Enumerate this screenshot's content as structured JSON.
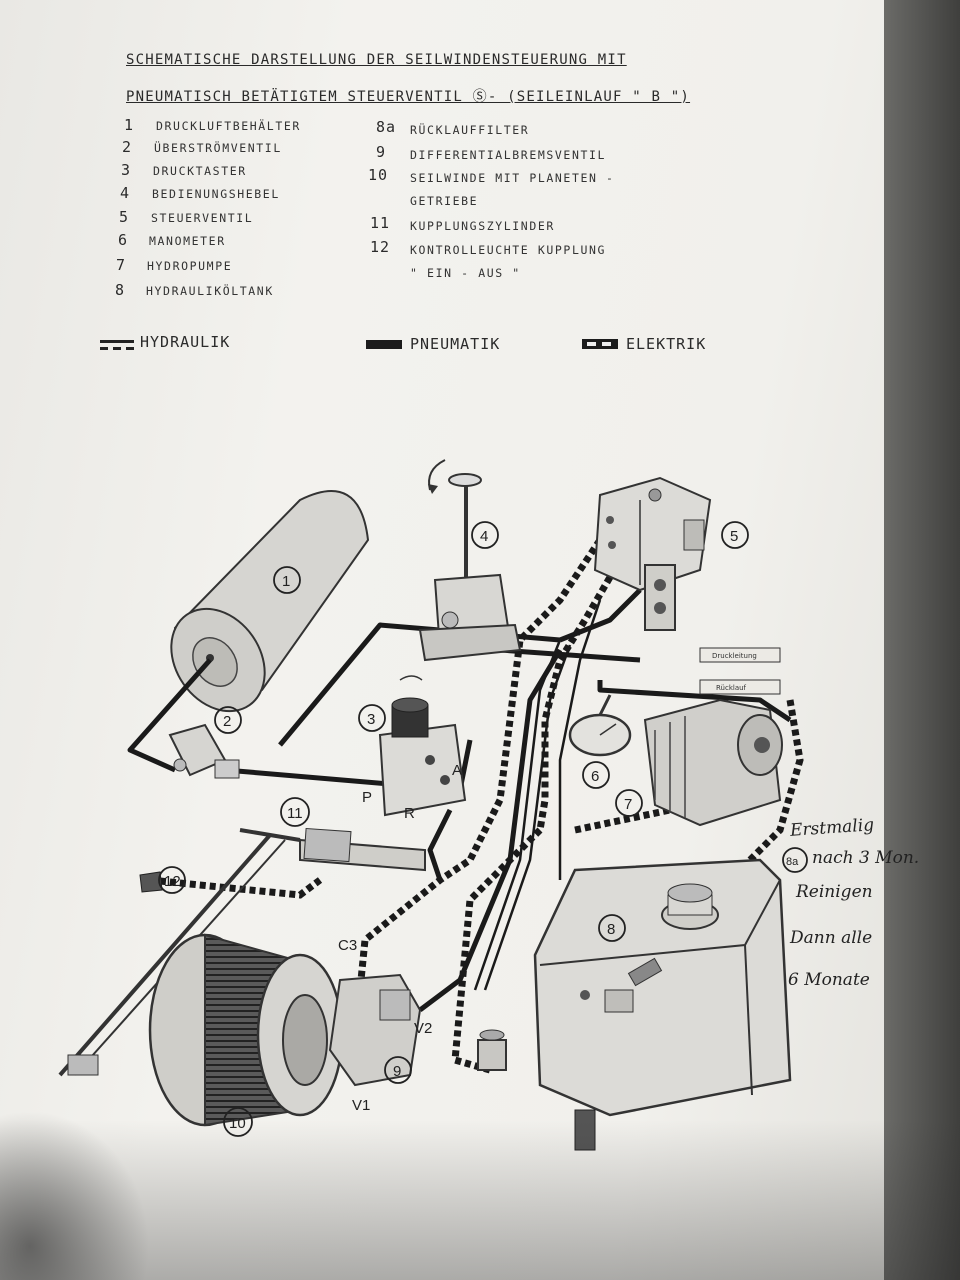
{
  "title": {
    "line1": "SCHEMATISCHE DARSTELLUNG DER SEILWINDENSTEUERUNG MIT",
    "line2": "PNEUMATISCH BETÄTIGTEM STEUERVENTIL Ⓢ- (SEILEINLAUF \" B \")"
  },
  "parts_left": [
    {
      "num": "1",
      "label": "DRUCKLUFTBEHÄLTER"
    },
    {
      "num": "2",
      "label": "ÜBERSTRÖMVENTIL"
    },
    {
      "num": "3",
      "label": "DRUCKTASTER"
    },
    {
      "num": "4",
      "label": "BEDIENUNGSHEBEL"
    },
    {
      "num": "5",
      "label": "STEUERVENTIL"
    },
    {
      "num": "6",
      "label": "MANOMETER"
    },
    {
      "num": "7",
      "label": "HYDROPUMPE"
    },
    {
      "num": "8",
      "label": "HYDRAULIKÖLTANK"
    }
  ],
  "parts_right": [
    {
      "num": "8a",
      "label": "RÜCKLAUFFILTER"
    },
    {
      "num": "9",
      "label": "DIFFERENTIALBREMSVENTIL"
    },
    {
      "num": "10",
      "label": "SEILWINDE MIT PLANETEN -"
    },
    {
      "num": "",
      "label": "GETRIEBE"
    },
    {
      "num": "11",
      "label": "KUPPLUNGSZYLINDER"
    },
    {
      "num": "12",
      "label": "KONTROLLEUCHTE KUPPLUNG"
    },
    {
      "num": "",
      "label": "\" EIN - AUS \""
    }
  ],
  "legend": {
    "hydraulik": "HYDRAULIK",
    "pneumatik": "PNEUMATIK",
    "elektrik": "ELEKTRIK"
  },
  "callouts": [
    "1",
    "2",
    "3",
    "4",
    "5",
    "6",
    "7",
    "8",
    "9",
    "10",
    "11",
    "12",
    "8a"
  ],
  "valve_ports": {
    "p": "P",
    "a": "A",
    "r": "R",
    "c3": "C3",
    "v1": "V1",
    "v2": "V2"
  },
  "pipe_tags": [
    "Druckleitung",
    "Rücklauf"
  ],
  "handwritten": {
    "line1": "Erstmalig",
    "line2": "nach 3 Mon.",
    "line3": "Reinigen",
    "line4": "Dann alle",
    "line5": "6 Monate"
  }
}
